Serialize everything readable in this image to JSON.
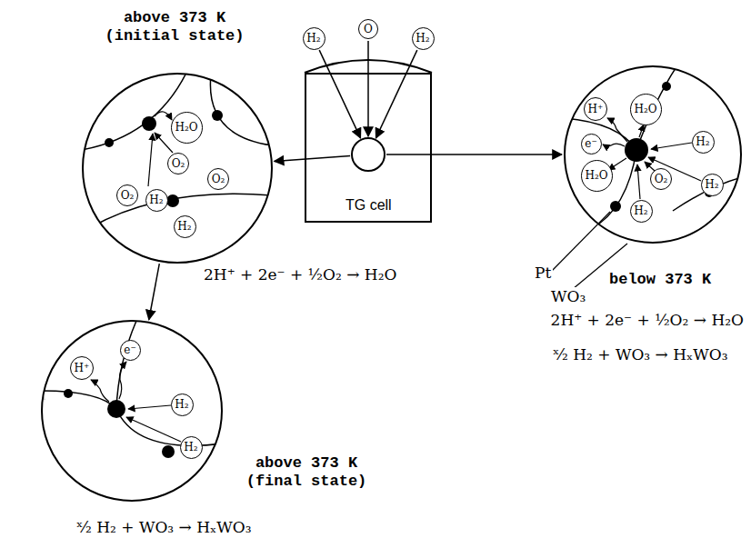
{
  "diagram": {
    "nodes": [
      {
        "text": [
          "above 373 K (initial state)"
        ]
      },
      {
        "text": [
          "H₂O"
        ],
        "in": 0
      },
      {
        "text": [
          "O₂"
        ],
        "in": 0
      },
      {
        "text": [
          "O₂"
        ],
        "in": 0
      },
      {
        "text": [
          "H₂"
        ],
        "in": 0
      },
      {
        "text": [
          "O₂"
        ],
        "in": 0
      },
      {
        "text": [
          "H₂"
        ],
        "in": 0
      },
      {
        "text": [
          "H₂"
        ]
      },
      {
        "text": [
          "O"
        ]
      },
      {
        "text": [
          "H₂"
        ]
      },
      {
        "text": [
          "TG cell"
        ]
      },
      {
        "text": [
          "below 373 K"
        ]
      },
      {
        "text": [
          "H⁺"
        ],
        "in": 11
      },
      {
        "text": [
          "H₂O"
        ],
        "in": 11
      },
      {
        "text": [
          "e⁻"
        ],
        "in": 11
      },
      {
        "text": [
          "H₂"
        ],
        "in": 11
      },
      {
        "text": [
          "H₂O"
        ],
        "in": 11
      },
      {
        "text": [
          "O₂"
        ],
        "in": 11
      },
      {
        "text": [
          "H₂"
        ],
        "in": 11
      },
      {
        "text": [
          "H₂"
        ],
        "in": 11
      },
      {
        "text": [
          "above 373 K (final state)"
        ]
      },
      {
        "text": [
          "e⁻"
        ],
        "in": 20
      },
      {
        "text": [
          "H⁺"
        ],
        "in": 20
      },
      {
        "text": [
          "H₂"
        ],
        "in": 20
      },
      {
        "text": [
          "H₂"
        ],
        "in": 20
      }
    ],
    "edges": [
      {
        "from": 7,
        "to": 10,
        "arrow": "to"
      },
      {
        "from": 8,
        "to": 10,
        "arrow": "to"
      },
      {
        "from": 9,
        "to": 10,
        "arrow": "to"
      },
      {
        "from": 10,
        "to": 0,
        "arrow": "to"
      },
      {
        "from": 10,
        "to": 11,
        "arrow": "to"
      },
      {
        "from": 0,
        "to": 20,
        "arrow": "to"
      }
    ],
    "labels": [
      "2H⁺ + 2e⁻ + ½O₂ → H₂O",
      "Pt",
      "WO₃",
      "2H⁺ + 2e⁻ + ½O₂ → H₂O",
      "ˣ⁄₂ H₂ + WO₃ → HₓWO₃",
      "ˣ⁄₂ H₂ + WO₃ → HₓWO₃"
    ]
  }
}
